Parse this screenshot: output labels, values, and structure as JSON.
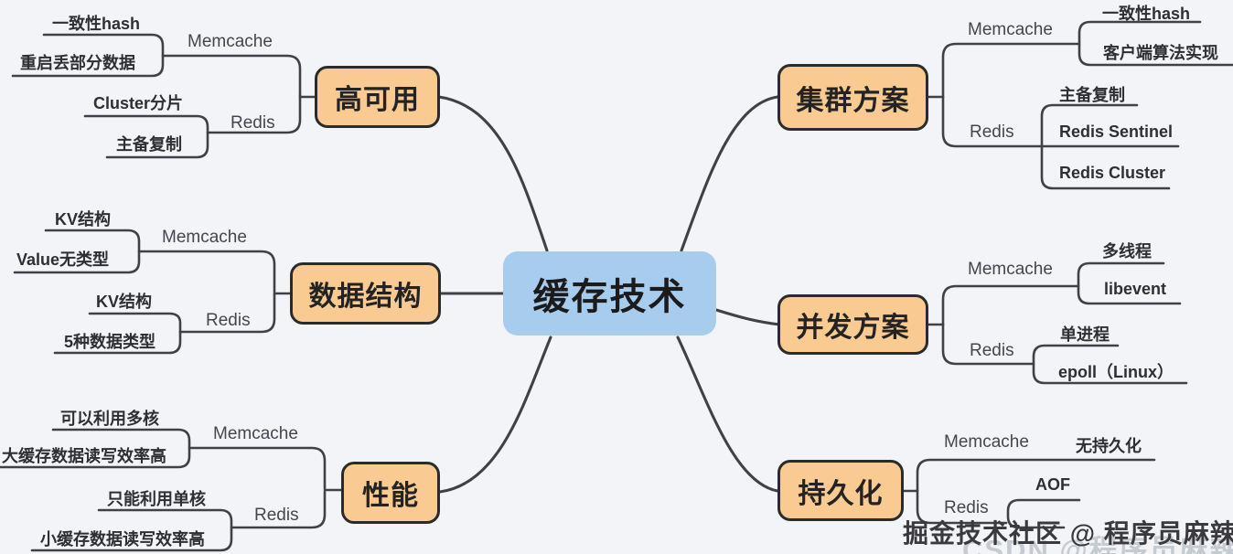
{
  "center": {
    "label": "缓存技术"
  },
  "colors": {
    "background": "#F2F4F7",
    "topic_fill": "#F9CA92",
    "topic_border": "#2B2B2B",
    "center_fill": "#A8CCEE",
    "line": "#3E4145",
    "text": "#2D2F33",
    "watermark_dark": "#3A3A3E",
    "watermark_gray": "#C6CAD1"
  },
  "branches": {
    "high_availability": {
      "topic": "高可用",
      "memcache": {
        "label": "Memcache",
        "leaves": [
          "一致性hash",
          "重启丢部分数据"
        ]
      },
      "redis": {
        "label": "Redis",
        "leaves": [
          "Cluster分片",
          "主备复制"
        ]
      }
    },
    "data_structure": {
      "topic": "数据结构",
      "memcache": {
        "label": "Memcache",
        "leaves": [
          "KV结构",
          "Value无类型"
        ]
      },
      "redis": {
        "label": "Redis",
        "leaves": [
          "KV结构",
          "5种数据类型"
        ]
      }
    },
    "performance": {
      "topic": "性能",
      "memcache": {
        "label": "Memcache",
        "leaves": [
          "可以利用多核",
          "大缓存数据读写效率高"
        ]
      },
      "redis": {
        "label": "Redis",
        "leaves": [
          "只能利用单核",
          "小缓存数据读写效率高"
        ]
      }
    },
    "cluster_scheme": {
      "topic": "集群方案",
      "memcache": {
        "label": "Memcache",
        "leaves": [
          "一致性hash",
          "客户端算法实现"
        ]
      },
      "redis": {
        "label": "Redis",
        "leaves": [
          "主备复制",
          "Redis Sentinel",
          "Redis Cluster"
        ]
      }
    },
    "concurrency_scheme": {
      "topic": "并发方案",
      "memcache": {
        "label": "Memcache",
        "leaves": [
          "多线程",
          "libevent"
        ]
      },
      "redis": {
        "label": "Redis",
        "leaves": [
          "单进程",
          "epoll（Linux）"
        ]
      }
    },
    "persistence": {
      "topic": "持久化",
      "memcache": {
        "label": "Memcache",
        "leaves": [
          "无持久化"
        ]
      },
      "redis": {
        "label": "Redis",
        "leaves": [
          "AOF"
        ]
      }
    }
  },
  "watermark": {
    "primary": "掘金技术社区 @ 程序员麻辣烫",
    "secondary": "CSDN @程序员麻辣烫"
  }
}
